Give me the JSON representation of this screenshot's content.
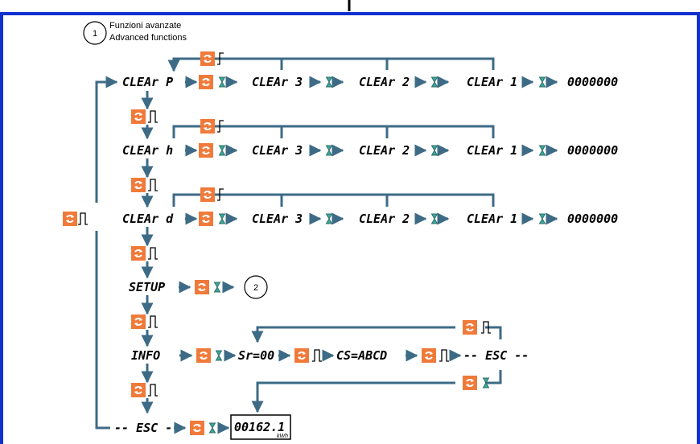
{
  "header": {
    "left_text": "",
    "right_text": ""
  },
  "colors": {
    "line": "#3d6b86",
    "button": "#f07a3a",
    "frame_blue": "#1030d0",
    "hourglass": "#3aa89a"
  },
  "icons": {
    "button": "refresh-button-icon",
    "press": "press-pulse-icon",
    "hold": "hourglass-icon"
  },
  "callout": {
    "number": "1",
    "title_it": "Funzioni avanzate",
    "title_en": "Advanced functions"
  },
  "rows": [
    {
      "label": "CLEAr P",
      "steps": [
        "CLEAr 3",
        "CLEAr 2",
        "CLEAr 1",
        "0000000"
      ]
    },
    {
      "label": "CLEAr h",
      "steps": [
        "CLEAr 3",
        "CLEAr 2",
        "CLEAr 1",
        "0000000"
      ]
    },
    {
      "label": "CLEAr d",
      "steps": [
        "CLEAr 3",
        "CLEAr 2",
        "CLEAr 1",
        "0000000"
      ]
    }
  ],
  "setup": {
    "label": "SETUP",
    "target": "2"
  },
  "info": {
    "label": "INFO",
    "sr": "Sr=00",
    "cs": "CS=ABCD",
    "esc": "-- ESC --"
  },
  "esc": {
    "label": "-- ESC --",
    "display_value": "00162.1",
    "display_unit": "kWh"
  }
}
